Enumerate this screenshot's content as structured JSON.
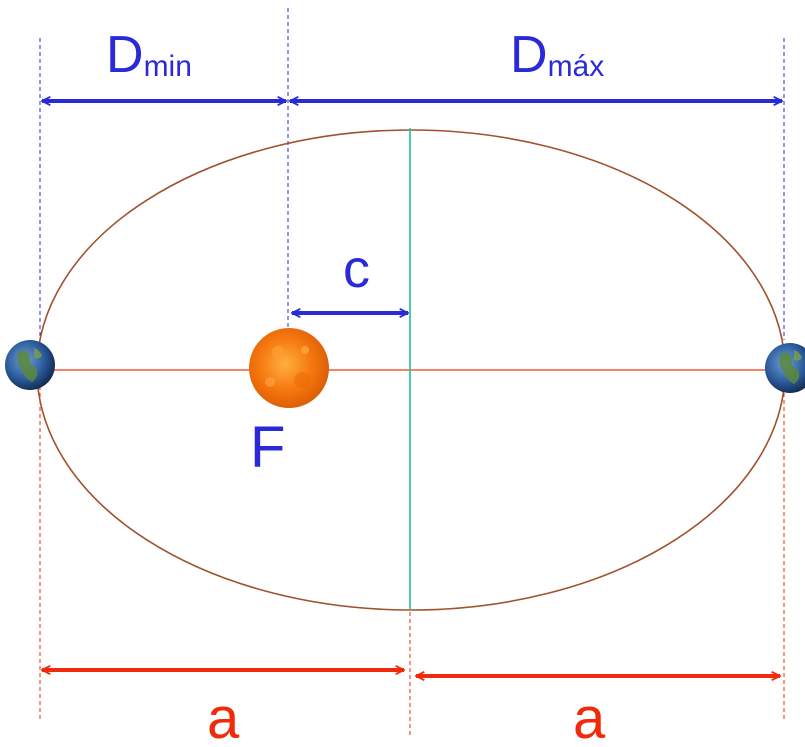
{
  "labels": {
    "d_min": {
      "base": "D",
      "sub": "min"
    },
    "d_max": {
      "base": "D",
      "sub": "máx"
    },
    "c": "c",
    "focus": "F",
    "a_left": "a",
    "a_right": "a"
  },
  "colors": {
    "blue": "#2a2ad8",
    "red": "#f02a0a",
    "orbit": "#a0522d",
    "minor_axis": "#20c0a0",
    "sun": "#f5780f",
    "earth_ocean": "#2a5a9a",
    "earth_land": "#5a8a3a"
  },
  "icons": {
    "planet_left": "earth-icon",
    "planet_right": "earth-icon",
    "sun": "sun-icon"
  }
}
